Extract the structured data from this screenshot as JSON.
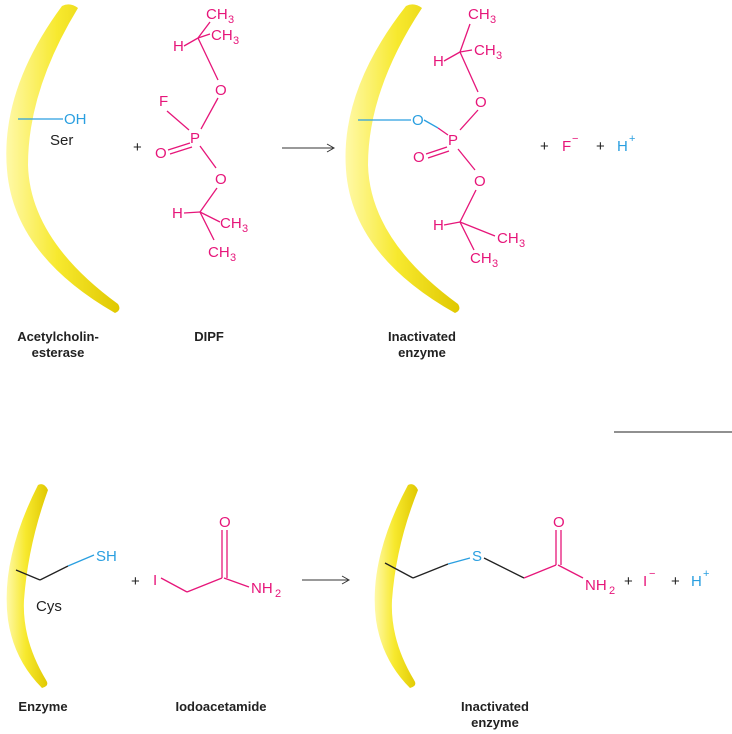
{
  "reaction1": {
    "enzyme_group": "OH",
    "residue": "Ser",
    "reagent_atoms": {
      "F": "F",
      "P": "P",
      "O": "O",
      "H": "H",
      "CH": "CH",
      "sub3": "3"
    },
    "plus": "+",
    "product_extra": {
      "fluoride": "F",
      "minus": "−",
      "proton": "H",
      "plus_sign": "+"
    },
    "labels": {
      "enzyme_line1": "Acetylcholin-",
      "enzyme_line2": "esterase",
      "reagent": "DIPF",
      "product_line1": "Inactivated",
      "product_line2": "enzyme"
    }
  },
  "reaction2": {
    "enzyme_group": "SH",
    "residue": "Cys",
    "reagent_atoms": {
      "I": "I",
      "O": "O",
      "NH": "NH",
      "sub2": "2"
    },
    "sulfur": "S",
    "plus": "+",
    "product_extra": {
      "iodide": "I",
      "minus": "−",
      "proton": "H",
      "plus_sign": "+"
    },
    "labels": {
      "enzyme": "Enzyme",
      "reagent": "Iodoacetamide",
      "product_line1": "Inactivated",
      "product_line2": "enzyme"
    }
  },
  "colors": {
    "enzyme_yellow": "#f7e92f",
    "reagent_pink": "#e6167a",
    "residue_blue": "#2a9fe0"
  }
}
